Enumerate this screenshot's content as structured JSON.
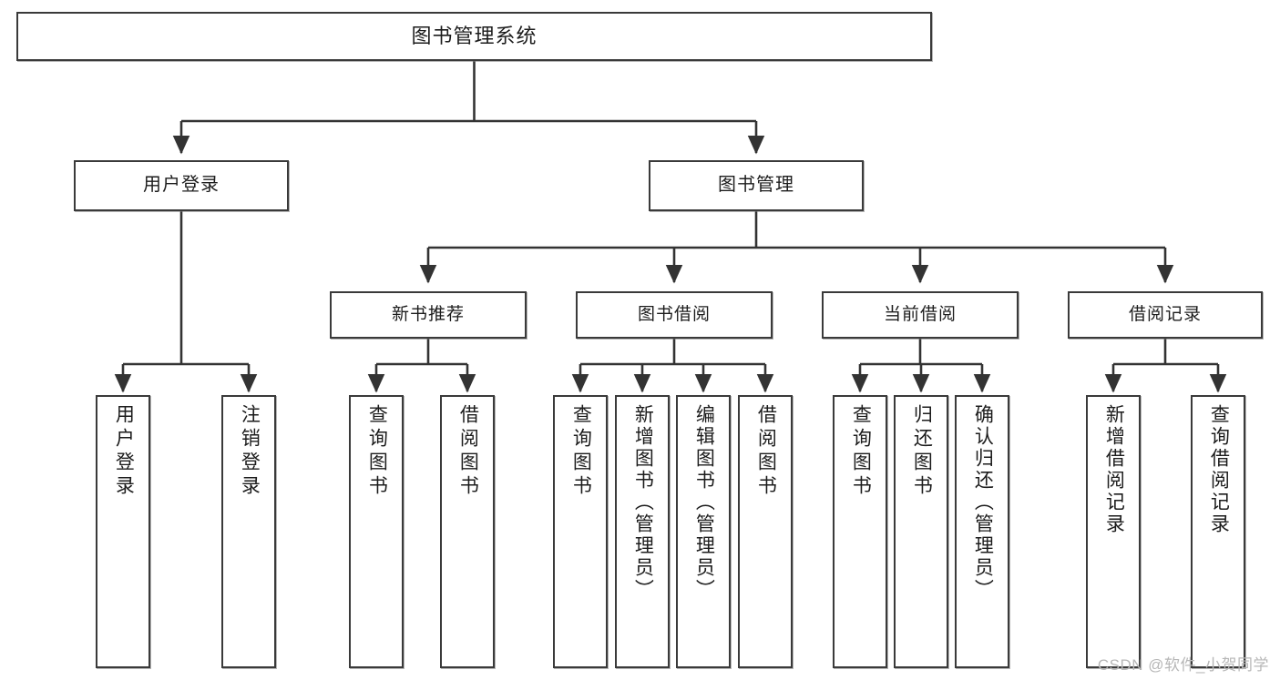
{
  "diagram": {
    "title": "图书管理系统",
    "type": "tree",
    "watermark": "CSDN @软件_小贺同学",
    "colors": {
      "box_border": "#3a3a3a",
      "box_fill": "#ffffff",
      "edge": "#333333",
      "text": "#1c1c1c",
      "watermark": "#b7b7b7",
      "background": "#ffffff"
    },
    "root": {
      "label": "图书管理系统"
    },
    "level1": [
      {
        "label": "用户登录"
      },
      {
        "label": "图书管理"
      }
    ],
    "level2": [
      {
        "label": "新书推荐"
      },
      {
        "label": "图书借阅"
      },
      {
        "label": "当前借阅"
      },
      {
        "label": "借阅记录"
      }
    ],
    "leaves": {
      "user_login": [
        {
          "label": "用户登录"
        },
        {
          "label": "注销登录"
        }
      ],
      "new_book_recommend": [
        {
          "label": "查询图书"
        },
        {
          "label": "借阅图书"
        }
      ],
      "book_borrow": [
        {
          "label": "查询图书"
        },
        {
          "label": "新增图书（管理员）"
        },
        {
          "label": "编辑图书（管理员）"
        },
        {
          "label": "借阅图书"
        }
      ],
      "current_borrow": [
        {
          "label": "查询图书"
        },
        {
          "label": "归还图书"
        },
        {
          "label": "确认归还（管理员）"
        }
      ],
      "borrow_record": [
        {
          "label": "新增借阅记录"
        },
        {
          "label": "查询借阅记录"
        }
      ]
    }
  }
}
